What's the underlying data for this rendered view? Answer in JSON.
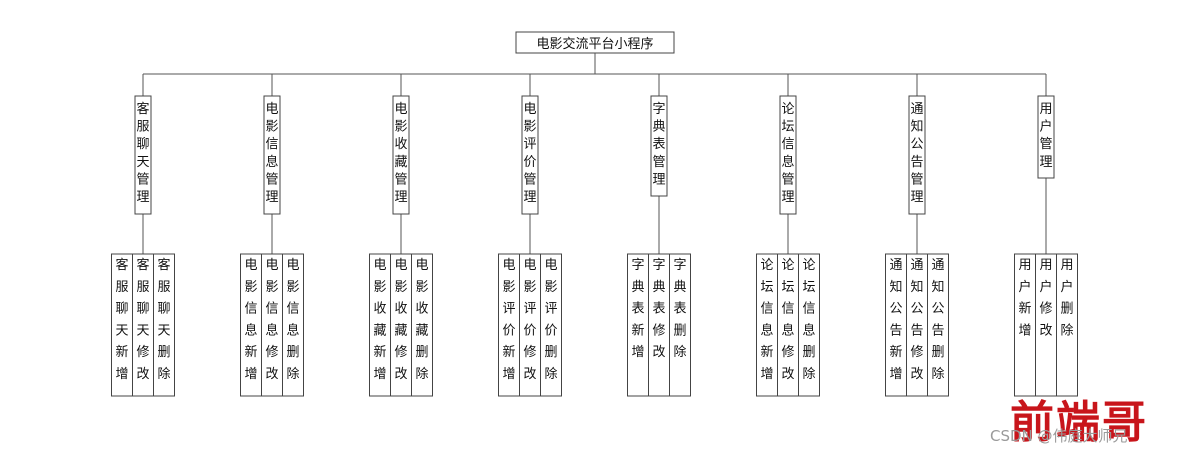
{
  "root": {
    "label": "电影交流平台小程序"
  },
  "modules": [
    {
      "label": "客服聊天管理",
      "children": [
        "客服聊天新增",
        "客服聊天修改",
        "客服聊天删除"
      ]
    },
    {
      "label": "电影信息管理",
      "children": [
        "电影信息新增",
        "电影信息修改",
        "电影信息删除"
      ]
    },
    {
      "label": "电影收藏管理",
      "children": [
        "电影收藏新增",
        "电影收藏修改",
        "电影收藏删除"
      ]
    },
    {
      "label": "电影评价管理",
      "children": [
        "电影评价新增",
        "电影评价修改",
        "电影评价删除"
      ]
    },
    {
      "label": "字典表管理",
      "children": [
        "字典表新增",
        "字典表修改",
        "字典表删除"
      ]
    },
    {
      "label": "论坛信息管理",
      "children": [
        "论坛信息新增",
        "论坛信息修改",
        "论坛信息删除"
      ]
    },
    {
      "label": "通知公告管理",
      "children": [
        "通知公告新增",
        "通知公告修改",
        "通知公告删除"
      ]
    },
    {
      "label": "用户管理",
      "children": [
        "用户新增",
        "用户修改",
        "用户删除"
      ]
    }
  ],
  "watermark": {
    "brand": "前端哥",
    "source": "CSDN @伟庭大师兄"
  }
}
